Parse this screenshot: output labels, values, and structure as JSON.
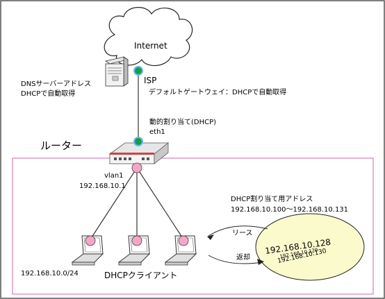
{
  "labels": {
    "internet": "Internet",
    "isp": "ISP",
    "dns_line1": "DNSサーバーアドレス",
    "dns_line2": "DHCPで自動取得",
    "gateway": "デフォルトゲートウェイ：DHCPで自動取得",
    "dhcp_assign": "動的割り当て(DHCP)",
    "eth1": "eth1",
    "router": "ルーター",
    "vlan1": "vlan1",
    "vlan1_ip": "192.168.10.1",
    "pool_title": "DHCP割り当て用アドレス",
    "pool_range": "192.168.10.100〜192.168.10.131",
    "lease": "リース",
    "return": "返却",
    "ip_128": "192.168.10.128",
    "ip_129": "192.168.10.129",
    "ip_130": "192.168.10.130",
    "subnet": "192.168.10.0/24",
    "clients": "DHCPクライアント"
  },
  "colors": {
    "lan_border": "#cc66aa",
    "port_pink": "#f4a6c8",
    "port_green": "#1a9a4a",
    "ellipse_fill": "#fafacc"
  }
}
